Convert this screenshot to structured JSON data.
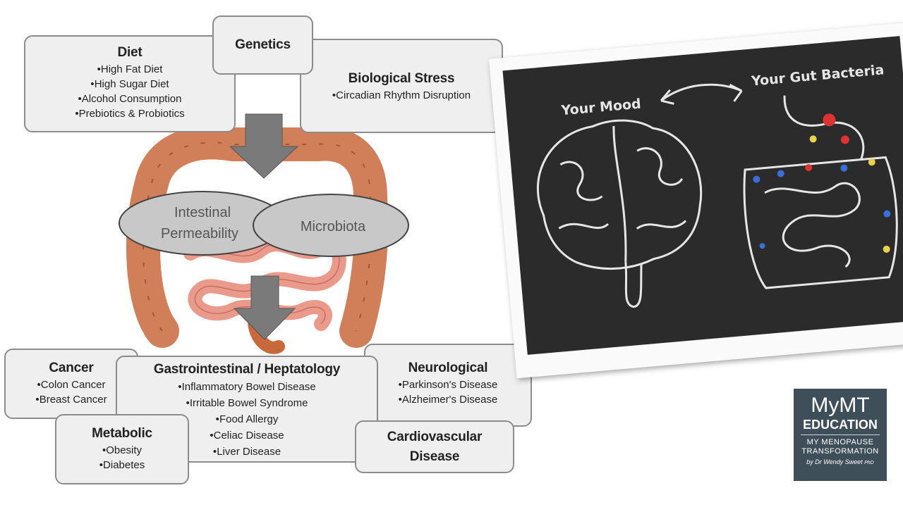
{
  "diagram": {
    "factors": {
      "diet": {
        "title": "Diet",
        "items": [
          "High Fat Diet",
          "High Sugar Diet",
          "Alcohol Consumption",
          "Prebiotics & Probiotics"
        ]
      },
      "genetics": {
        "title": "Genetics"
      },
      "biological_stress": {
        "title": "Biological Stress",
        "items": [
          "Circadian Rhythm Disruption"
        ]
      }
    },
    "center": {
      "left_ellipse": [
        "Intestinal",
        "Permeability"
      ],
      "right_ellipse": "Microbiota"
    },
    "outcomes": {
      "cancer": {
        "title": "Cancer",
        "items": [
          "Colon Cancer",
          "Breast Cancer"
        ]
      },
      "gastro": {
        "title": "Gastrointestinal / Heptatology",
        "items": [
          "Inflammatory Bowel Disease",
          "Irritable Bowel Syndrome",
          "Food Allergy",
          "Celiac Disease",
          "Liver Disease"
        ]
      },
      "neurological": {
        "title": "Neurological",
        "items": [
          "Parkinson's Disease",
          "Alzheimer's Disease"
        ]
      },
      "metabolic": {
        "title": "Metabolic",
        "items": [
          "Obesity",
          "Diabetes"
        ]
      },
      "cardiovascular": {
        "title": "Cardiovascular Disease"
      }
    },
    "colors": {
      "box_fill": "#efefef",
      "box_border": "#8c8c8c",
      "arrow": "#7a7a7a",
      "ellipse": "#c8c8c8",
      "intestine": "#c9683b"
    }
  },
  "photo": {
    "left_label": "Your Mood",
    "right_label": "Your Gut Bacteria",
    "colors": {
      "board": "#2b2b2b",
      "chalk": "#e6e6e6"
    }
  },
  "logo": {
    "line1": "MyMT",
    "line2": "EDUCATION",
    "line3a": "MY MENOPAUSE",
    "line3b": "TRANSFORMATION",
    "line4": "by Dr Wendy Sweet",
    "suffix": "PhD",
    "color": "#3f4f5a"
  }
}
